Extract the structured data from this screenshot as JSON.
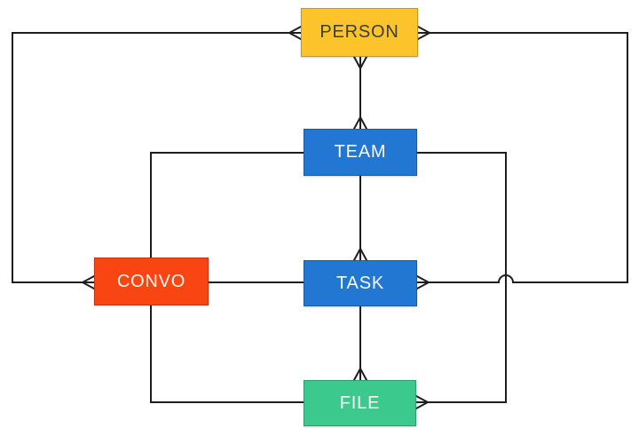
{
  "diagram": {
    "type": "entity-relationship",
    "background_color": "#FFFFFF",
    "line_color": "#1E1E1E",
    "nodes": [
      {
        "id": "person",
        "label": "PERSON",
        "color": "#FDC32B",
        "text_color": "#3D3D3D"
      },
      {
        "id": "team",
        "label": "TEAM",
        "color": "#2177D2",
        "text_color": "#FAF8F2"
      },
      {
        "id": "convo",
        "label": "CONVO",
        "color": "#F94511",
        "text_color": "#FAF8F2"
      },
      {
        "id": "task",
        "label": "TASK",
        "color": "#2177D2",
        "text_color": "#FAF8F2"
      },
      {
        "id": "file",
        "label": "FILE",
        "color": "#3BC98E",
        "text_color": "#FAF8F2"
      }
    ],
    "edges": [
      {
        "from": "PERSON",
        "to": "TEAM",
        "many_at": [
          "PERSON",
          "TEAM"
        ],
        "route": "vertical center"
      },
      {
        "from": "PERSON",
        "to": "CONVO",
        "many_at": [
          "PERSON",
          "CONVO"
        ],
        "route": "outer left"
      },
      {
        "from": "PERSON",
        "to": "TASK",
        "many_at": [
          "PERSON",
          "TASK"
        ],
        "route": "outer right, hops over TEAM-FILE line"
      },
      {
        "from": "TEAM",
        "to": "TASK",
        "many_at": [
          "TASK"
        ],
        "route": "vertical center"
      },
      {
        "from": "TEAM",
        "to": "FILE",
        "many_at": [
          "FILE"
        ],
        "route": "inner right"
      },
      {
        "from": "TEAM",
        "to": "CONVO",
        "many_at": [],
        "route": "inner left, into CONVO top"
      },
      {
        "from": "CONVO",
        "to": "TASK",
        "many_at": [],
        "route": "horizontal middle"
      },
      {
        "from": "CONVO",
        "to": "FILE",
        "many_at": [],
        "route": "inner left, from CONVO bottom"
      },
      {
        "from": "TASK",
        "to": "FILE",
        "many_at": [
          "FILE"
        ],
        "route": "vertical center"
      }
    ]
  }
}
